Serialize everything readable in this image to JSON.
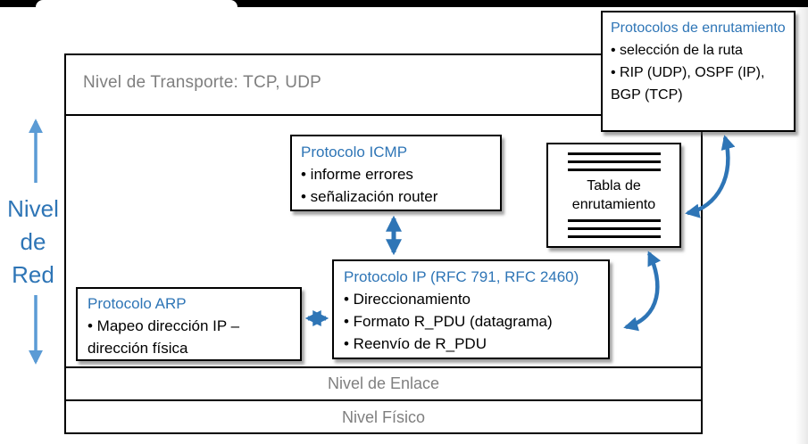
{
  "colors": {
    "accent_blue": "#2E75B6",
    "arrow_light_blue": "#5B9BD5",
    "gray_text": "#7F7F7F",
    "box_border": "#000000",
    "background": "#FFFFFF"
  },
  "side_label": {
    "lines": [
      "Nivel",
      "de",
      "Red"
    ]
  },
  "outer": {
    "transport_label": "Nivel de Transporte: TCP, UDP",
    "link_label": "Nivel de Enlace",
    "physical_label": "Nivel Físico"
  },
  "boxes": {
    "icmp": {
      "title": "Protocolo ICMP",
      "bullets": [
        "• informe errores",
        "• señalización router"
      ]
    },
    "ip": {
      "title": "Protocolo IP (RFC 791, RFC 2460)",
      "bullets": [
        "• Direccionamiento",
        "• Formato R_PDU (datagrama)",
        "• Reenvío de R_PDU"
      ]
    },
    "arp": {
      "title": "Protocolo ARP",
      "bullets": [
        "• Mapeo dirección IP – dirección física"
      ]
    },
    "routing_protocols": {
      "title": "Protocolos de enrutamiento",
      "bullets": [
        "• selección de la ruta",
        "• RIP (UDP), OSPF (IP), BGP (TCP)"
      ]
    },
    "routing_table": {
      "label": "Tabla de enrutamiento"
    }
  }
}
